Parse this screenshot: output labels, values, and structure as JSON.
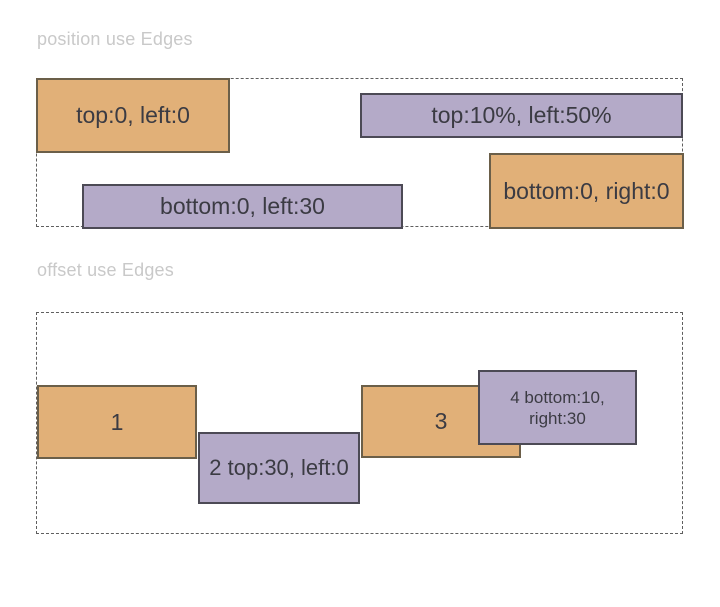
{
  "colors": {
    "orange": "#e1b078",
    "purple": "#b4aac8",
    "title_text": "#c9c9c9",
    "label_text": "#3b3b43",
    "container_border": "#5f5f5f"
  },
  "sections": [
    {
      "title": "position use Edges",
      "boxes": [
        {
          "label": "top:0, left:0",
          "color": "orange"
        },
        {
          "label": "top:10%, left:50%",
          "color": "purple"
        },
        {
          "label": "bottom:0, left:30",
          "color": "purple"
        },
        {
          "label": "bottom:0, right:0",
          "color": "orange"
        }
      ]
    },
    {
      "title": "offset use Edges",
      "boxes": [
        {
          "label": "1",
          "color": "orange"
        },
        {
          "label": "2 top:30, left:0",
          "color": "purple"
        },
        {
          "label": "3",
          "color": "orange"
        },
        {
          "label": "4 bottom:10, right:30",
          "color": "purple"
        }
      ]
    }
  ]
}
